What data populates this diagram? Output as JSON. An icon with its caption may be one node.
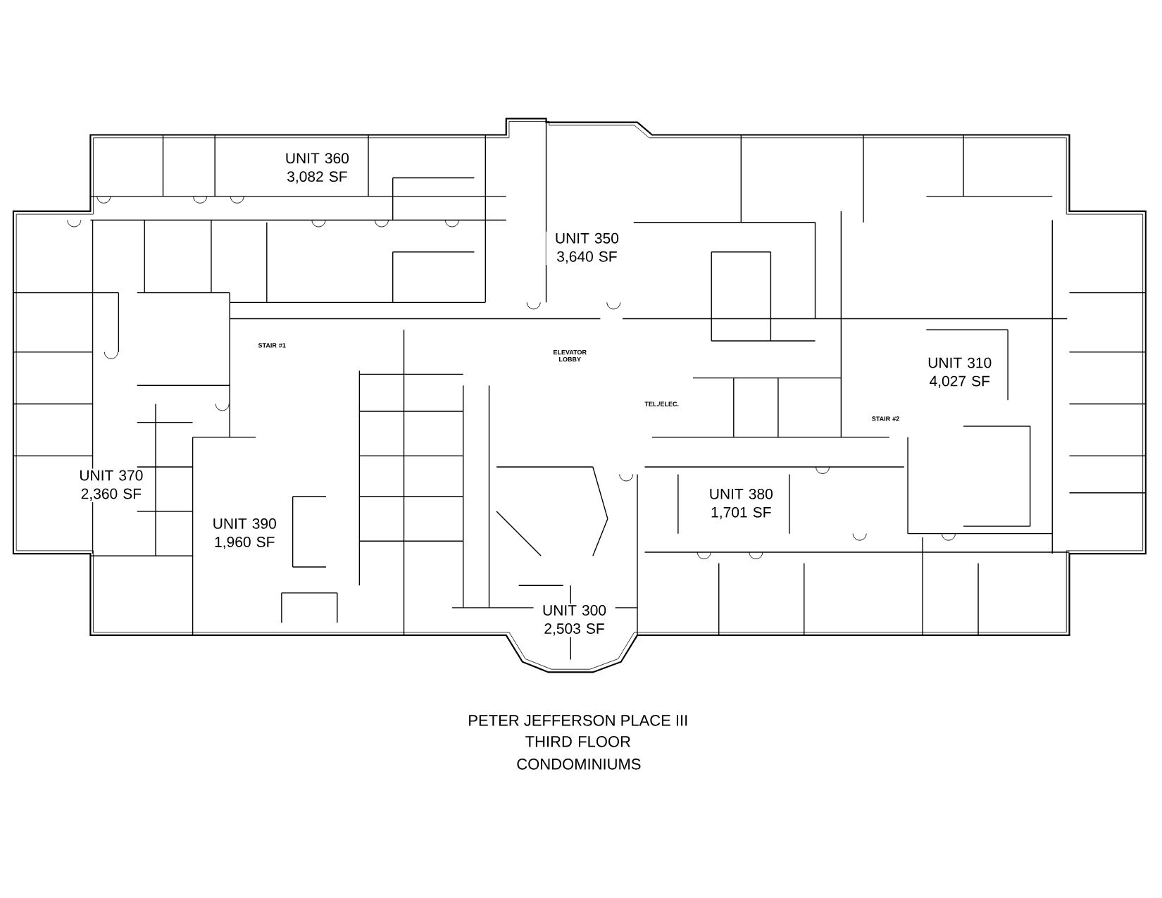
{
  "diagram": {
    "title": "PETER JEFFERSON PLACE III",
    "caption": "THIRD FLOOR CONDOMINIUMS",
    "labels": [
      "UNIT 360 3,082 SF",
      "UNIT 350 3,640 SF",
      "STAIR #1",
      "ELEVATOR LOBBY",
      "UNIT 310 4,027 SF",
      "TEL./ELEC.",
      "STAIR #2",
      "UNIT 370 2,360 SF",
      "UNIT 390 1,960 SF",
      "UNIT 380 1,701 SF",
      "UNIT 300 2,503 SF"
    ]
  }
}
